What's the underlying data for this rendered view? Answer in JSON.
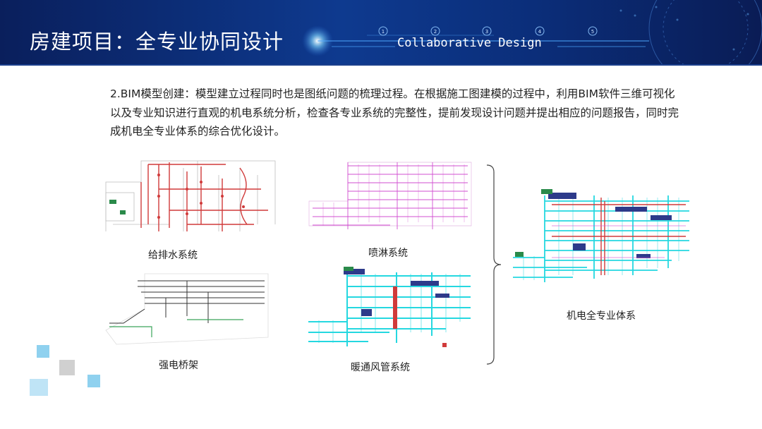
{
  "header": {
    "title": "房建项目：全专业协同设计",
    "subtitle": "Collaborative Design",
    "step_numbers": [
      "1",
      "2",
      "3",
      "4",
      "5"
    ]
  },
  "body": {
    "paragraph": "2.BIM模型创建：模型建立过程同时也是图纸问题的梳理过程。在根据施工图建模的过程中，利用BIM软件三维可视化以及专业知识进行直观的机电系统分析，检查各专业系统的完整性，提前发现设计问题并提出相应的问题报告，同时完成机电全专业体系的综合优化设计。"
  },
  "figures": {
    "water": "给排水系统",
    "sprinkler": "喷淋系统",
    "electric": "强电桥架",
    "hvac": "暖通风管系统",
    "combined": "机电全专业体系"
  },
  "colors": {
    "header_dark": "#0a1f5c",
    "header_mid": "#0e3a8f",
    "water": "#d03a3a",
    "sprinkler": "#d24fd0",
    "electric": "#333333",
    "hvac": "#25d8e0",
    "deco_light_blue": "#8fd1ef",
    "deco_gray": "#d0d0d0"
  }
}
